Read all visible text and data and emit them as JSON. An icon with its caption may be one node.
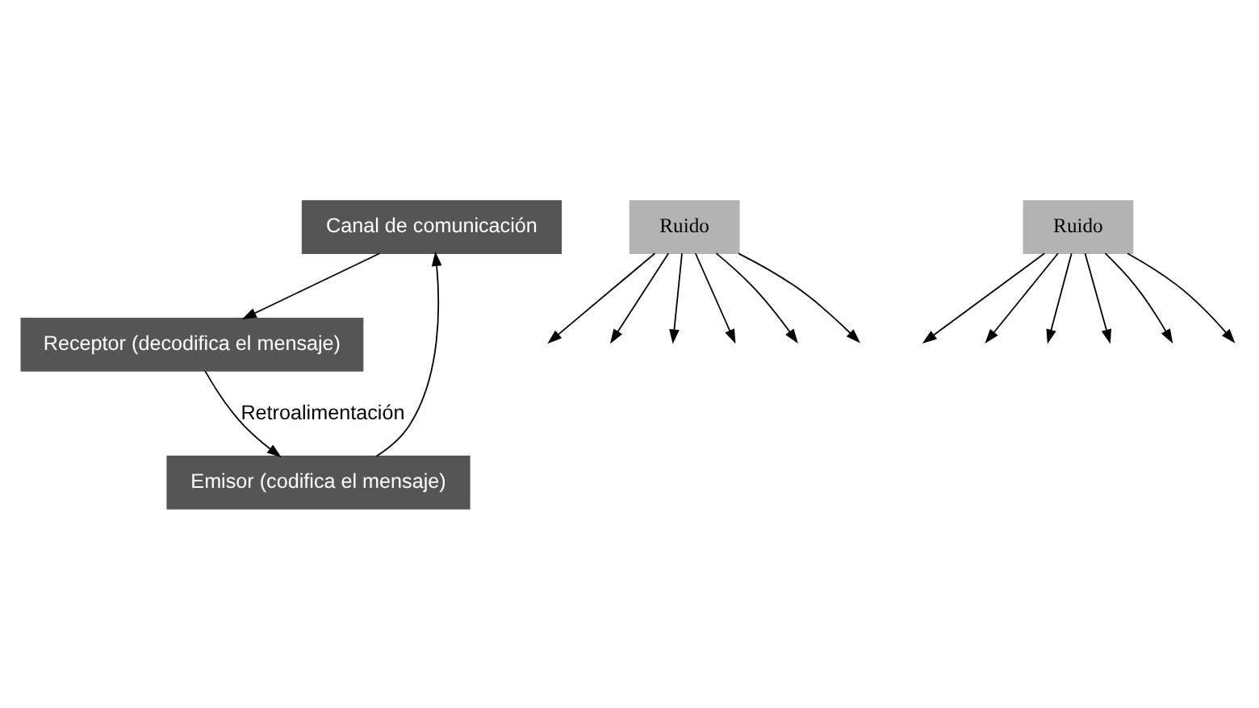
{
  "diagram": {
    "nodes": [
      {
        "text": [
          "Canal de comunicación"
        ]
      },
      {
        "text": [
          "Emisor (codifica el mensaje)"
        ]
      },
      {
        "text": [
          "Receptor (decodifica el mensaje)"
        ]
      },
      {
        "text": [
          "Ruido"
        ]
      },
      {
        "text": [
          "Ruido"
        ]
      }
    ],
    "edges": [
      {
        "from": 1,
        "to": 0,
        "arrow": "to"
      },
      {
        "from": 0,
        "to": 2,
        "arrow": "to"
      },
      {
        "from": 2,
        "to": 1,
        "arrow": "to",
        "label": "Retroalimentación"
      },
      {
        "from": 3,
        "to": null,
        "arrow": "to"
      },
      {
        "from": 3,
        "to": null,
        "arrow": "to"
      },
      {
        "from": 3,
        "to": null,
        "arrow": "to"
      },
      {
        "from": 3,
        "to": null,
        "arrow": "to"
      },
      {
        "from": 3,
        "to": null,
        "arrow": "to"
      },
      {
        "from": 3,
        "to": null,
        "arrow": "to"
      },
      {
        "from": 4,
        "to": null,
        "arrow": "to"
      },
      {
        "from": 4,
        "to": null,
        "arrow": "to"
      },
      {
        "from": 4,
        "to": null,
        "arrow": "to"
      },
      {
        "from": 4,
        "to": null,
        "arrow": "to"
      },
      {
        "from": 4,
        "to": null,
        "arrow": "to"
      },
      {
        "from": 4,
        "to": null,
        "arrow": "to"
      }
    ]
  }
}
